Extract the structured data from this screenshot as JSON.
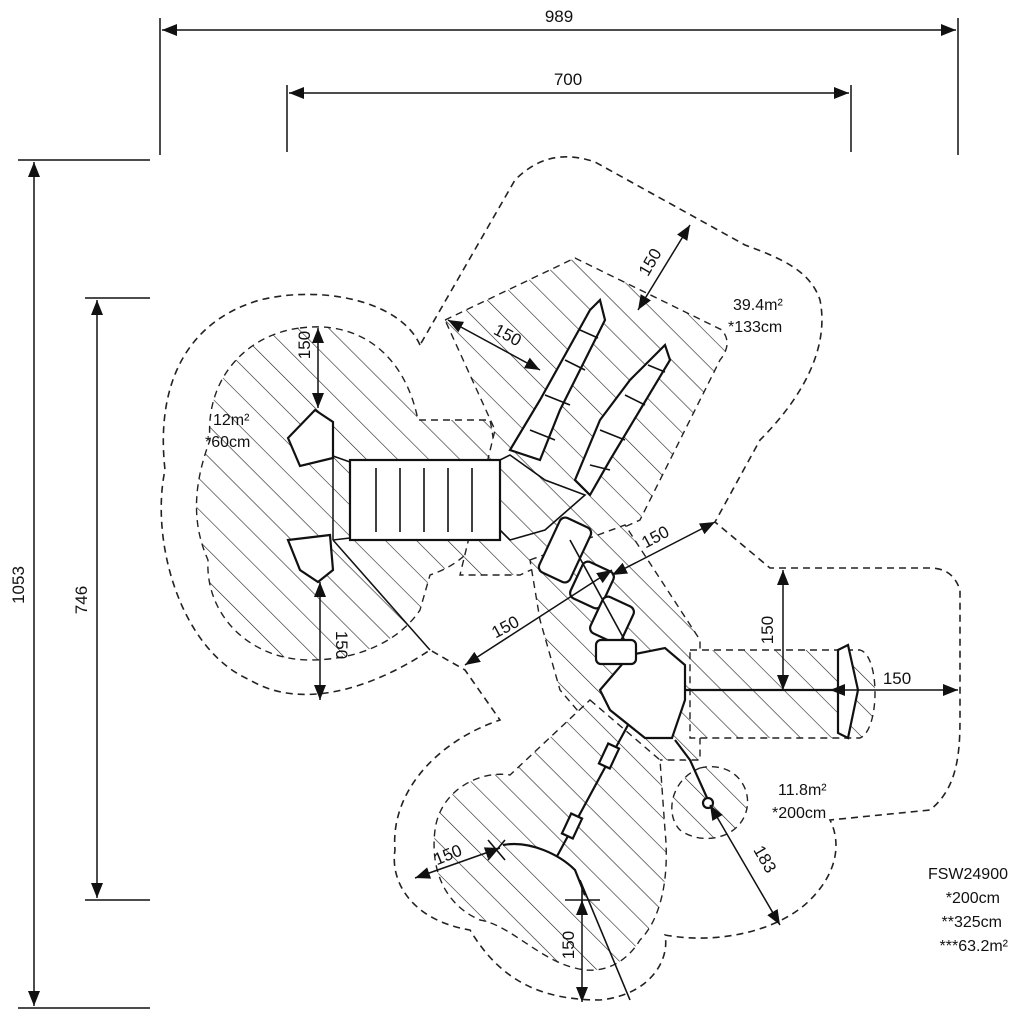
{
  "dimensions": {
    "overall_width": "989",
    "inner_width": "700",
    "overall_height": "1053",
    "inner_height": "746",
    "clearance_top_left": "150",
    "clearance_diag_upper": "150",
    "clearance_diag_top": "150",
    "clearance_left_lower": "150",
    "clearance_diag_mid": "150",
    "clearance_diag_mid_right": "150",
    "clearance_right_top": "150",
    "clearance_right": "150",
    "clearance_bottom_left": "150",
    "clearance_bottom": "150",
    "clearance_bottom_right": "183"
  },
  "zones": {
    "left": {
      "area": "12m²",
      "height": "*60cm"
    },
    "top_right": {
      "area": "39.4m²",
      "height": "*133cm"
    },
    "bottom_right": {
      "area": "11.8m²",
      "height": "*200cm"
    }
  },
  "product": {
    "code": "FSW24900",
    "free_fall": "*200cm",
    "total_height": "**325cm",
    "safety_area": "***63.2m²"
  }
}
